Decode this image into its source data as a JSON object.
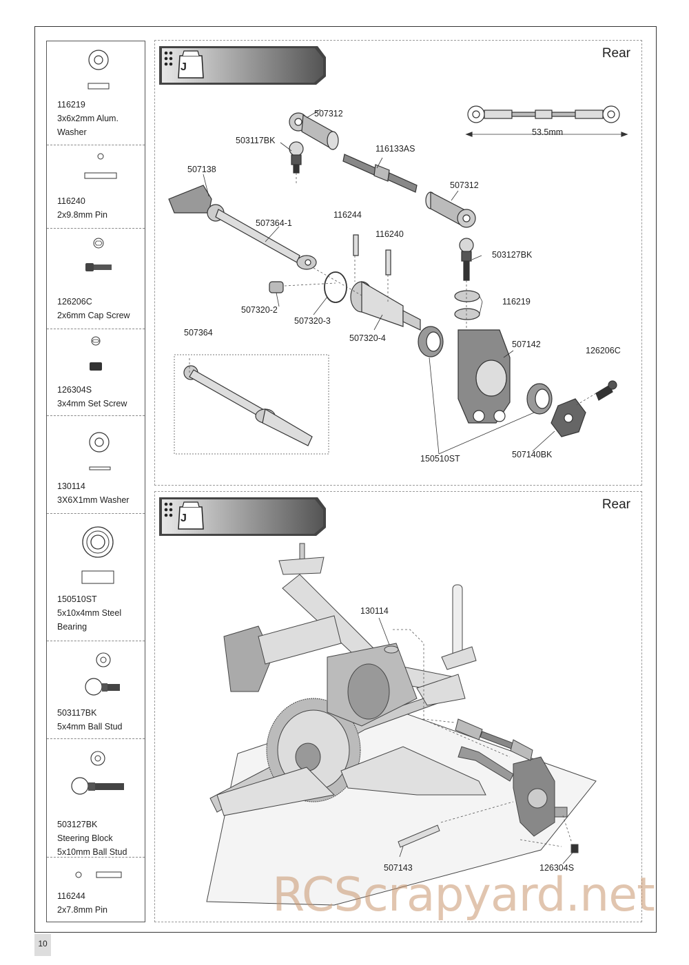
{
  "page_number": "10",
  "watermark": "RCScrapyard.net",
  "parts_list": [
    {
      "code": "116219",
      "lines": [
        "3x6x2mm Alum.",
        "Washer"
      ]
    },
    {
      "code": "116240",
      "lines": [
        "2x9.8mm Pin"
      ]
    },
    {
      "code": "126206C",
      "lines": [
        "2x6mm Cap Screw"
      ]
    },
    {
      "code": "126304S",
      "lines": [
        "3x4mm Set Screw"
      ]
    },
    {
      "code": "130114",
      "lines": [
        "3X6X1mm Washer"
      ]
    },
    {
      "code": "150510ST",
      "lines": [
        "5x10x4mm Steel",
        "Bearing"
      ]
    },
    {
      "code": "503117BK",
      "lines": [
        "5x4mm Ball Stud"
      ]
    },
    {
      "code": "503127BK",
      "lines": [
        "Steering Block",
        "5x10mm Ball Stud"
      ]
    },
    {
      "code": "116244",
      "lines": [
        "2x7.8mm Pin"
      ]
    }
  ],
  "step1": {
    "bag_letter": "J",
    "view": "Rear",
    "dimension": "53.5mm",
    "labels": {
      "l507312a": "507312",
      "l503117bk": "503117BK",
      "l116133as": "116133AS",
      "l507138": "507138",
      "l507312b": "507312",
      "l507364_1": "507364-1",
      "l116244": "116244",
      "l116240": "116240",
      "l503127bk": "503127BK",
      "l116219": "116219",
      "l507320_2": "507320-2",
      "l507320_3": "507320-3",
      "l507320_4": "507320-4",
      "l507364": "507364",
      "l507142": "507142",
      "l126206c": "126206C",
      "l150510st": "150510ST",
      "l507140bk": "507140BK"
    }
  },
  "step2": {
    "bag_letter": "J",
    "view": "Rear",
    "labels": {
      "l130114": "130114",
      "l507143": "507143",
      "l126304s": "126304S"
    }
  }
}
